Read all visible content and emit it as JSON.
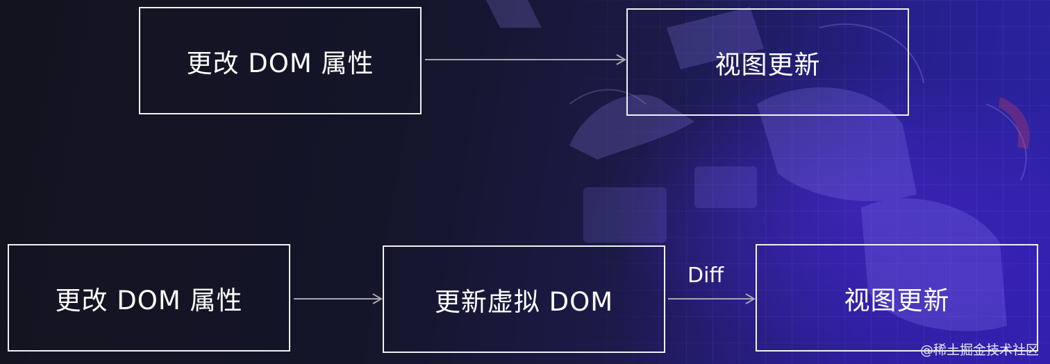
{
  "top_row": {
    "nodes": [
      "更改 DOM 属性",
      "视图更新"
    ]
  },
  "bottom_row": {
    "nodes": [
      "更改 DOM 属性",
      "更新虚拟 DOM",
      "视图更新"
    ],
    "edge_label": "Diff"
  },
  "watermark": "@稀土掘金技术社区",
  "colors": {
    "box_border": "#f2f2f2",
    "text": "#ffffff",
    "arrow": "#a8a8b4"
  }
}
